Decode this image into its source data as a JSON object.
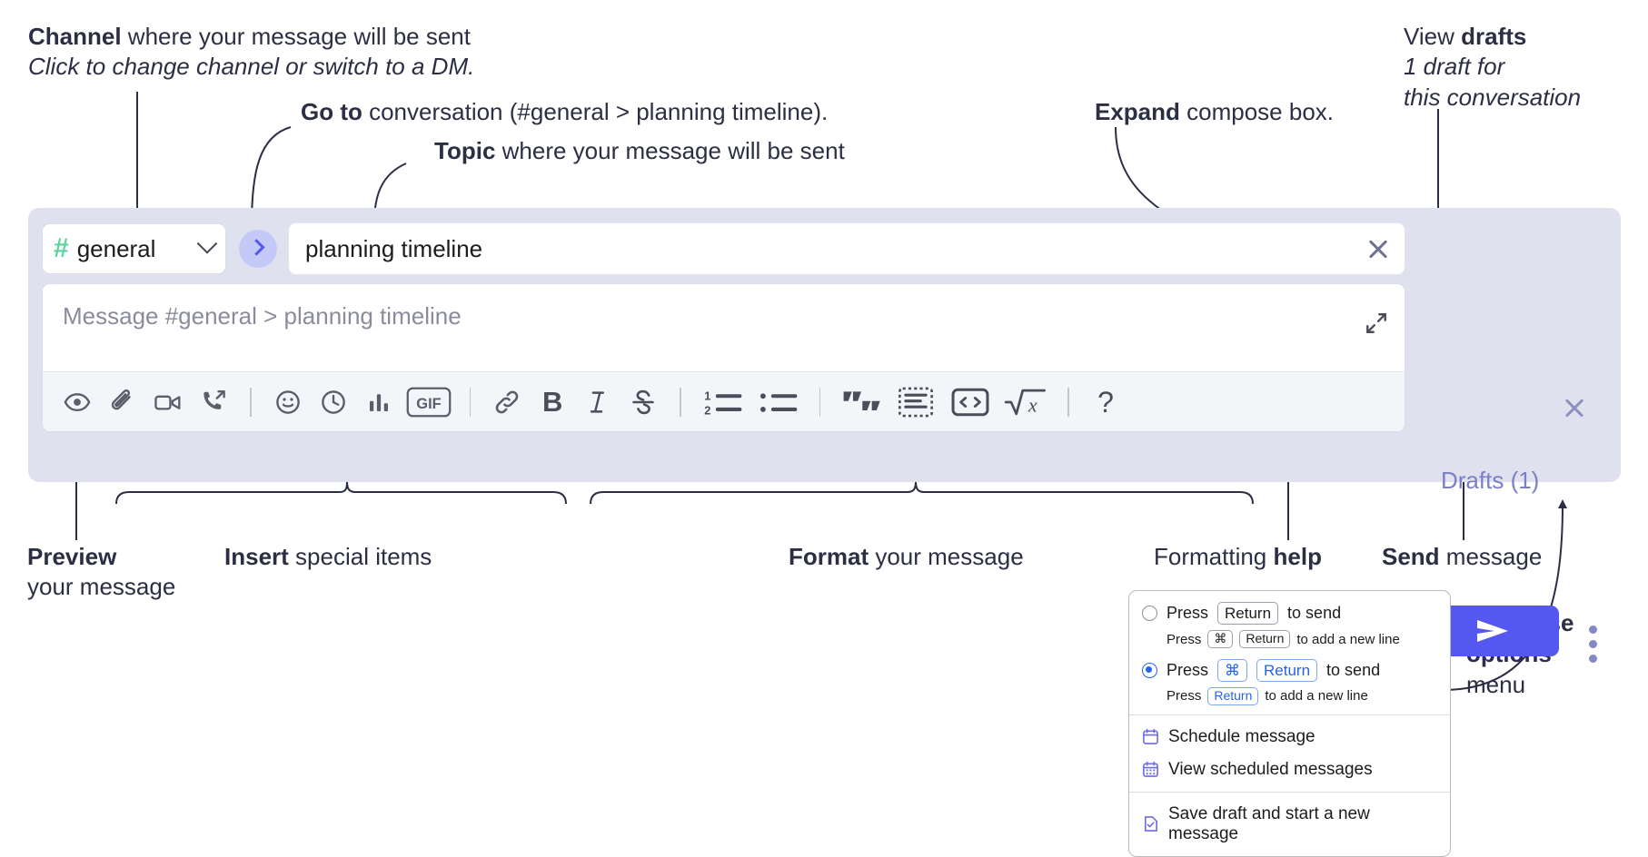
{
  "annotations": {
    "channel": {
      "bold": "Channel",
      "rest": " where your message will be sent",
      "italic": "Click to change channel or switch to a DM."
    },
    "goto": {
      "bold": "Go to",
      "rest": " conversation (#general > planning timeline)."
    },
    "topic": {
      "bold": "Topic",
      "rest": " where your message will be sent"
    },
    "expand": {
      "bold": "Expand",
      "rest": " compose box."
    },
    "drafts": {
      "normal": "View ",
      "bold": "drafts",
      "italic1": "1 draft for",
      "italic2": "this conversation"
    },
    "preview": {
      "bold": "Preview",
      "rest": "your message"
    },
    "insert": {
      "bold": "Insert",
      "rest": " special items"
    },
    "format": {
      "bold": "Format",
      "rest": " your message"
    },
    "help": {
      "normal": "Formatting ",
      "bold": "help"
    },
    "send": {
      "bold": "Send",
      "rest": " message"
    },
    "compose_options": {
      "bold1": "Compose",
      "bold2": "options",
      "rest": "menu"
    }
  },
  "compose": {
    "channel_name": "general",
    "hash_symbol": "#",
    "topic_value": "planning timeline",
    "message_placeholder": "Message #general > planning timeline",
    "drafts_label": "Drafts (1)",
    "toolbar": [
      {
        "id": "preview",
        "icon": "eye-icon",
        "label": "Preview"
      },
      {
        "id": "attach",
        "icon": "paperclip-icon",
        "label": "Attach file"
      },
      {
        "id": "video",
        "icon": "video-camera-icon",
        "label": "Record video clip"
      },
      {
        "id": "huddle",
        "icon": "phone-call-icon",
        "label": "Start a call"
      },
      {
        "id": "sep1",
        "icon": "divider",
        "label": ""
      },
      {
        "id": "emoji",
        "icon": "smiley-icon",
        "label": "Emoji"
      },
      {
        "id": "reminder",
        "icon": "clock-icon",
        "label": "Reminder"
      },
      {
        "id": "poll",
        "icon": "bar-chart-icon",
        "label": "Poll"
      },
      {
        "id": "gif",
        "icon": "gif-icon",
        "label": "GIF"
      },
      {
        "id": "sep2",
        "icon": "divider",
        "label": ""
      },
      {
        "id": "link",
        "icon": "link-icon",
        "label": "Link"
      },
      {
        "id": "bold",
        "icon": "bold-icon",
        "label": "B"
      },
      {
        "id": "italic",
        "icon": "italic-icon",
        "label": "I"
      },
      {
        "id": "strike",
        "icon": "strikethrough-icon",
        "label": "S"
      },
      {
        "id": "sep3",
        "icon": "divider",
        "label": ""
      },
      {
        "id": "ordered-list",
        "icon": "ordered-list-icon",
        "label": "Ordered list"
      },
      {
        "id": "bullet-list",
        "icon": "bullet-list-icon",
        "label": "Bulleted list"
      },
      {
        "id": "sep4",
        "icon": "divider",
        "label": ""
      },
      {
        "id": "blockquote",
        "icon": "blockquote-icon",
        "label": "Blockquote"
      },
      {
        "id": "code-block",
        "icon": "code-block-icon",
        "label": "Code block"
      },
      {
        "id": "code",
        "icon": "code-icon",
        "label": "Code"
      },
      {
        "id": "math",
        "icon": "square-root-icon",
        "label": "Math"
      },
      {
        "id": "sep5",
        "icon": "divider",
        "label": ""
      },
      {
        "id": "help",
        "icon": "question-mark-icon",
        "label": "?"
      }
    ]
  },
  "options_menu": {
    "radio_groups": [
      {
        "selected": false,
        "press": "Press",
        "keys": [
          "Return"
        ],
        "action": "to send",
        "sub_press": "Press",
        "sub_keys": [
          "⌘",
          "Return"
        ],
        "sub_action": "to add a new line"
      },
      {
        "selected": true,
        "press": "Press",
        "keys": [
          "⌘",
          "Return"
        ],
        "action": "to send",
        "sub_press": "Press",
        "sub_keys": [
          "Return"
        ],
        "sub_action": "to add a new line"
      }
    ],
    "items": [
      {
        "icon": "calendar-icon",
        "label": "Schedule message"
      },
      {
        "icon": "calendar-grid-icon",
        "label": "View scheduled messages"
      },
      {
        "icon": "file-check-icon",
        "label": "Save draft and start a new message"
      }
    ]
  },
  "colors": {
    "panel_bg": "#e0e1ef",
    "send_button": "#5558f0",
    "hash_green": "#5ed39e",
    "goto_circle": "#c5c9f7",
    "goto_chevron": "#4f5bf0",
    "drafts_text": "#7b7fc4",
    "menu_accent": "#6e6ce0",
    "radio_selected": "#2563eb"
  }
}
